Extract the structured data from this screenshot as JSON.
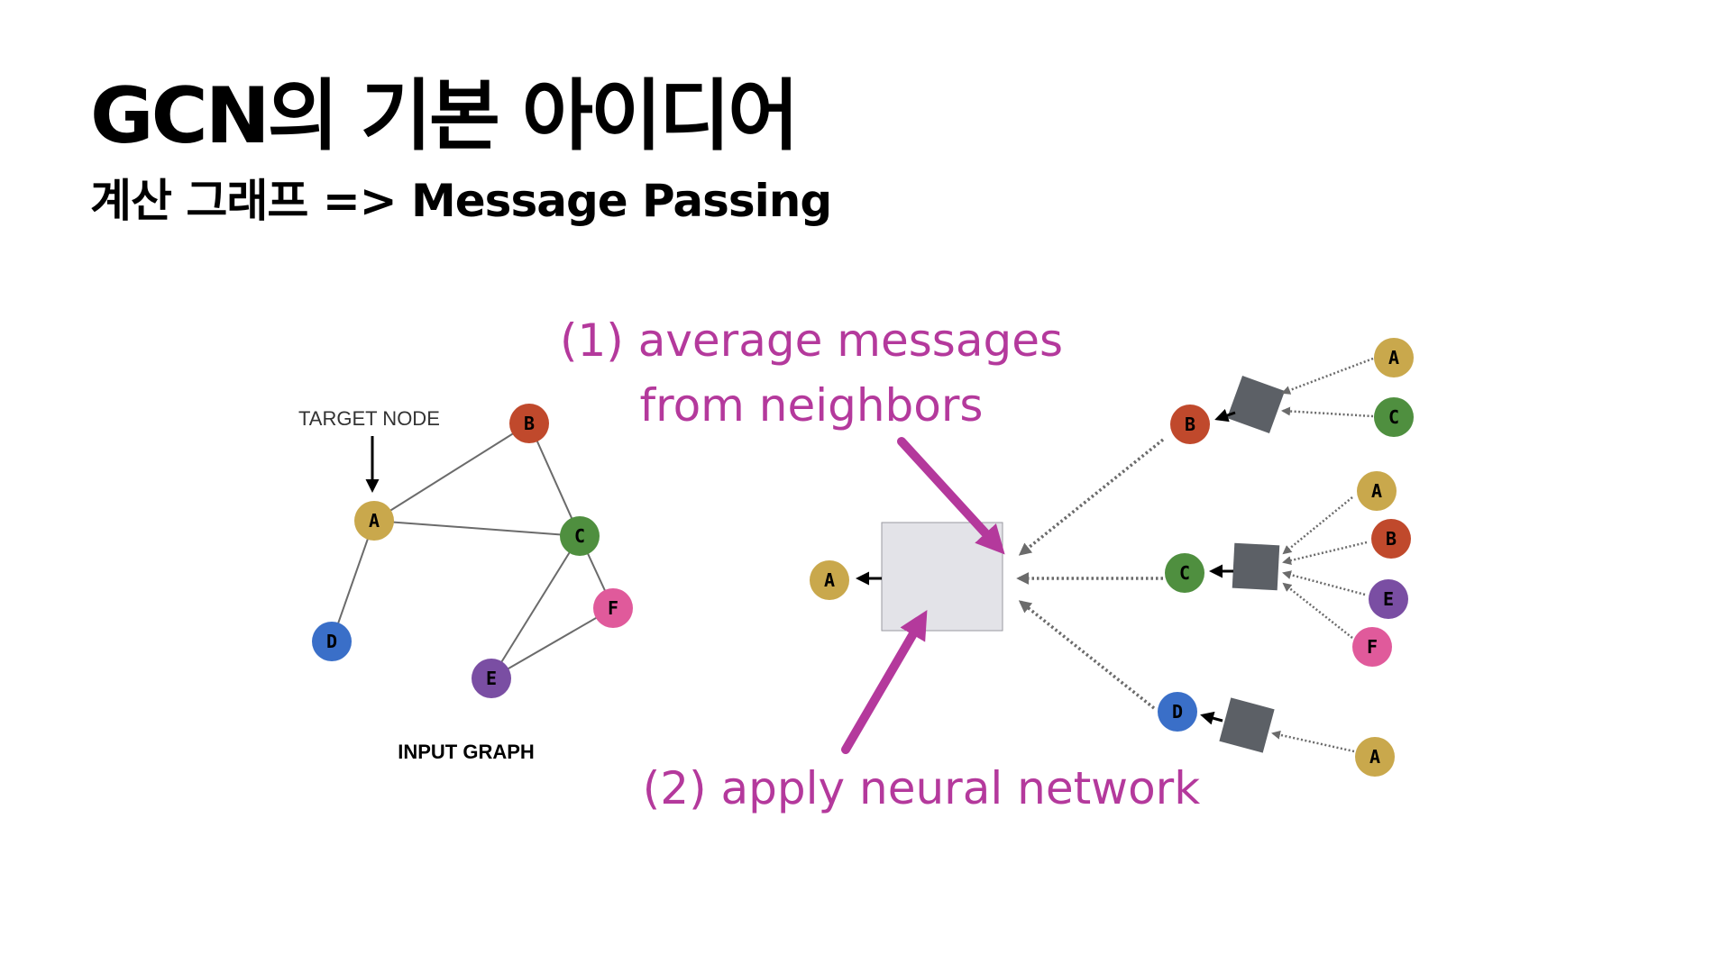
{
  "slide": {
    "title": "GCN의 기본 아이디어",
    "subtitle": "계산 그래프 => Message Passing"
  },
  "input_graph": {
    "caption": "INPUT GRAPH",
    "target_label": "TARGET NODE",
    "nodes": [
      {
        "id": "A",
        "color": "#c9a84c"
      },
      {
        "id": "B",
        "color": "#c0492c"
      },
      {
        "id": "C",
        "color": "#4f8f3f"
      },
      {
        "id": "D",
        "color": "#3a6fc8"
      },
      {
        "id": "E",
        "color": "#7a4ea3"
      },
      {
        "id": "F",
        "color": "#e05a9b"
      }
    ],
    "edges": [
      [
        "A",
        "B"
      ],
      [
        "A",
        "C"
      ],
      [
        "B",
        "C"
      ],
      [
        "A",
        "D"
      ],
      [
        "C",
        "E"
      ],
      [
        "C",
        "F"
      ],
      [
        "E",
        "F"
      ]
    ]
  },
  "computation_graph": {
    "target": "A",
    "level1": [
      {
        "id": "B",
        "neighbors": [
          "A",
          "C"
        ]
      },
      {
        "id": "C",
        "neighbors": [
          "A",
          "B",
          "E",
          "F"
        ]
      },
      {
        "id": "D",
        "neighbors": [
          "A"
        ]
      }
    ]
  },
  "annotations": {
    "step1_line1": "(1) average messages",
    "step1_line2": "from neighbors",
    "step2": "(2) apply neural network",
    "accent_color": "#b4399c"
  },
  "colors": {
    "aggregator_box": "#e3e3e8",
    "small_box": "#5c6066",
    "edge": "#6b6b6b"
  }
}
